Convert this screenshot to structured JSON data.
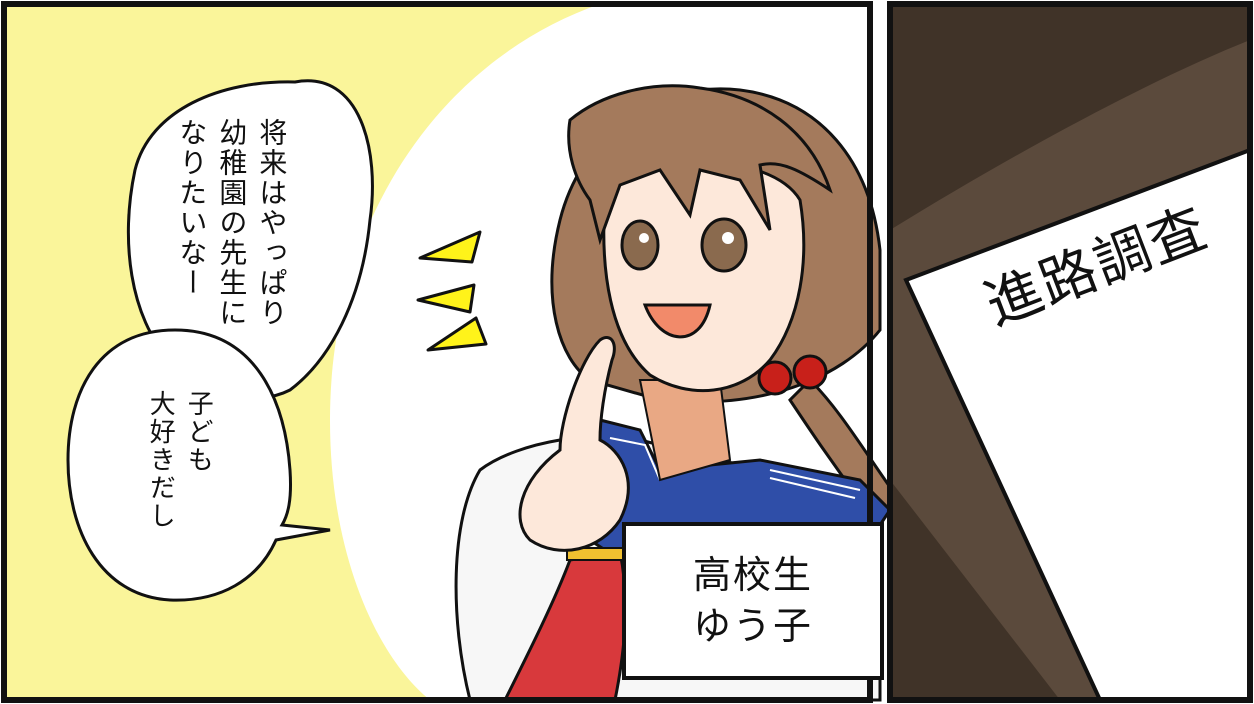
{
  "panel_left": {
    "speech_bubble_1": {
      "lines": [
        "将来はやっぱり",
        "幼稚園の先生に",
        "なりたいなー"
      ]
    },
    "speech_bubble_2": {
      "lines": [
        "子ども",
        "大好きだし"
      ]
    },
    "caption": {
      "lines": [
        "高校生",
        "ゆう子"
      ]
    },
    "colors": {
      "background_glow": "#faf59a",
      "hair": "#a47a5c",
      "collar": "#2f4ea8",
      "scarf": "#d8393c",
      "emphasis_marks": "#fff31a",
      "skin": "#fde8da"
    }
  },
  "panel_right": {
    "document_title": "進路調査",
    "colors": {
      "background": "#5b4a3c",
      "shadow": "#403328"
    }
  }
}
